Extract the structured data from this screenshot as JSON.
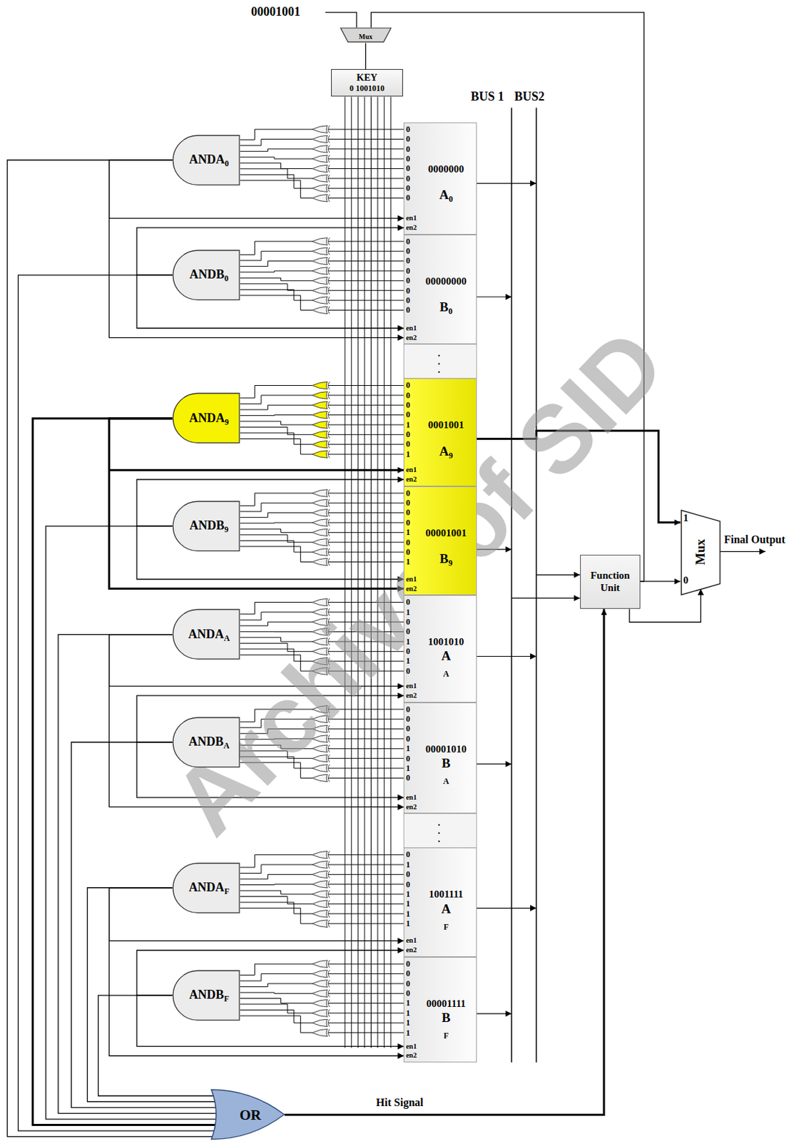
{
  "diagram": {
    "nodes": [
      {
        "text": [
          "Mux"
        ]
      },
      {
        "text": [
          "KEY",
          "0 1001010"
        ]
      },
      {
        "text": [
          "ANDA",
          "0"
        ]
      },
      {
        "text": [
          "0 0 0 0 0 0 0 0",
          "en1",
          "en2",
          "0000000",
          "A",
          "0"
        ]
      },
      {
        "text": [
          "ANDB",
          "0"
        ]
      },
      {
        "text": [
          "0 0 0 0 0 0 0 0",
          "en1",
          "en2",
          "00000000",
          "B",
          "0"
        ]
      },
      {
        "text": [
          "ANDA",
          "9"
        ]
      },
      {
        "text": [
          "0 0 0 0 1 0 0 1",
          "en1",
          "en2",
          "0001001",
          "A",
          "9"
        ]
      },
      {
        "text": [
          "ANDB",
          "9"
        ]
      },
      {
        "text": [
          "0 0 0 0 1 0 0 1",
          "en1",
          "en2",
          "00001001",
          "B",
          "9"
        ]
      },
      {
        "text": [
          "ANDA",
          "A"
        ]
      },
      {
        "text": [
          "0 1 0 0 1 0 1 0",
          "en1",
          "en2",
          "1001010",
          "A",
          "A"
        ]
      },
      {
        "text": [
          "ANDB",
          "A"
        ]
      },
      {
        "text": [
          "0 0 0 0 1 0 1 0",
          "en1",
          "en2",
          "00001010",
          "B",
          "A"
        ]
      },
      {
        "text": [
          "ANDA",
          "F"
        ]
      },
      {
        "text": [
          "0 1 0 0 1 1 1 1",
          "en1",
          "en2",
          "1001111",
          "A",
          "F"
        ]
      },
      {
        "text": [
          "ANDB",
          "F"
        ]
      },
      {
        "text": [
          "0 0 0 0 1 1 1 1",
          "en1",
          "en2",
          "00001111",
          "B",
          "F"
        ]
      },
      {
        "text": [
          "Function Unit"
        ]
      },
      {
        "text": [
          "1",
          "Mux",
          "0"
        ]
      },
      {
        "text": [
          "OR"
        ]
      }
    ],
    "edges": [
      {
        "from": 0,
        "to": 1,
        "arrow": "none"
      },
      {
        "from": 18,
        "to": 0,
        "arrow": "none"
      },
      {
        "from": 2,
        "to": 3,
        "arrow": "to"
      },
      {
        "from": 2,
        "to": 5,
        "arrow": "to"
      },
      {
        "from": 4,
        "to": 3,
        "arrow": "to"
      },
      {
        "from": 4,
        "to": 5,
        "arrow": "to"
      },
      {
        "from": 6,
        "to": 7,
        "arrow": "to"
      },
      {
        "from": 6,
        "to": 9,
        "arrow": "to"
      },
      {
        "from": 8,
        "to": 7,
        "arrow": "to"
      },
      {
        "from": 8,
        "to": 9,
        "arrow": "to"
      },
      {
        "from": 10,
        "to": 11,
        "arrow": "to"
      },
      {
        "from": 10,
        "to": 13,
        "arrow": "to"
      },
      {
        "from": 12,
        "to": 11,
        "arrow": "to"
      },
      {
        "from": 12,
        "to": 13,
        "arrow": "to"
      },
      {
        "from": 14,
        "to": 15,
        "arrow": "to"
      },
      {
        "from": 14,
        "to": 17,
        "arrow": "to"
      },
      {
        "from": 16,
        "to": 15,
        "arrow": "to"
      },
      {
        "from": 16,
        "to": 17,
        "arrow": "to"
      },
      {
        "from": 2,
        "to": 20,
        "arrow": "none"
      },
      {
        "from": 4,
        "to": 20,
        "arrow": "none"
      },
      {
        "from": 6,
        "to": 20,
        "arrow": "none"
      },
      {
        "from": 8,
        "to": 20,
        "arrow": "none"
      },
      {
        "from": 10,
        "to": 20,
        "arrow": "none"
      },
      {
        "from": 12,
        "to": 20,
        "arrow": "none"
      },
      {
        "from": 14,
        "to": 20,
        "arrow": "none"
      },
      {
        "from": 16,
        "to": 20,
        "arrow": "none"
      },
      {
        "from": 20,
        "to": 18,
        "arrow": "to",
        "label": "Hit Signal"
      },
      {
        "from": 18,
        "to": 19,
        "arrow": "to"
      },
      {
        "from": 18,
        "to": 19,
        "arrow": "to"
      },
      {
        "from": 7,
        "to": 19,
        "arrow": "to"
      }
    ],
    "labels": [
      "00001001",
      "BUS 1",
      "BUS2",
      ". . .",
      ". . .",
      "Final Output",
      "Archive of SID"
    ]
  }
}
